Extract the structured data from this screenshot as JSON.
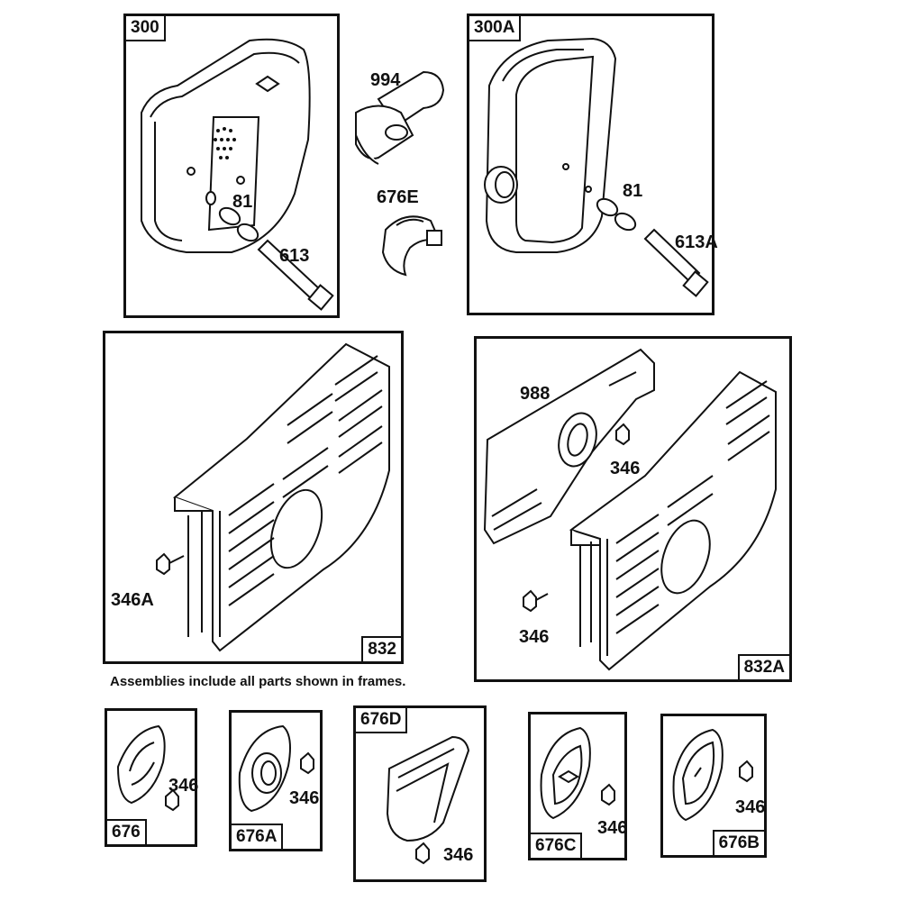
{
  "note": "Assemblies include all parts shown in frames.",
  "frames": {
    "f300": "300",
    "f300a": "300A",
    "f832": "832",
    "f832a": "832A",
    "f676": "676",
    "f676a": "676A",
    "f676d": "676D",
    "f676c": "676C",
    "f676b": "676B"
  },
  "callouts": {
    "c994": "994",
    "c676e": "676E",
    "c81_left": "81",
    "c613": "613",
    "c81_right": "81",
    "c613a": "613A",
    "c988": "988",
    "c346_upper": "346",
    "c346a": "346A",
    "c346_lower": "346",
    "c346_676": "346",
    "c346_676a": "346",
    "c346_676d": "346",
    "c346_676c": "346",
    "c346_676b": "346"
  }
}
